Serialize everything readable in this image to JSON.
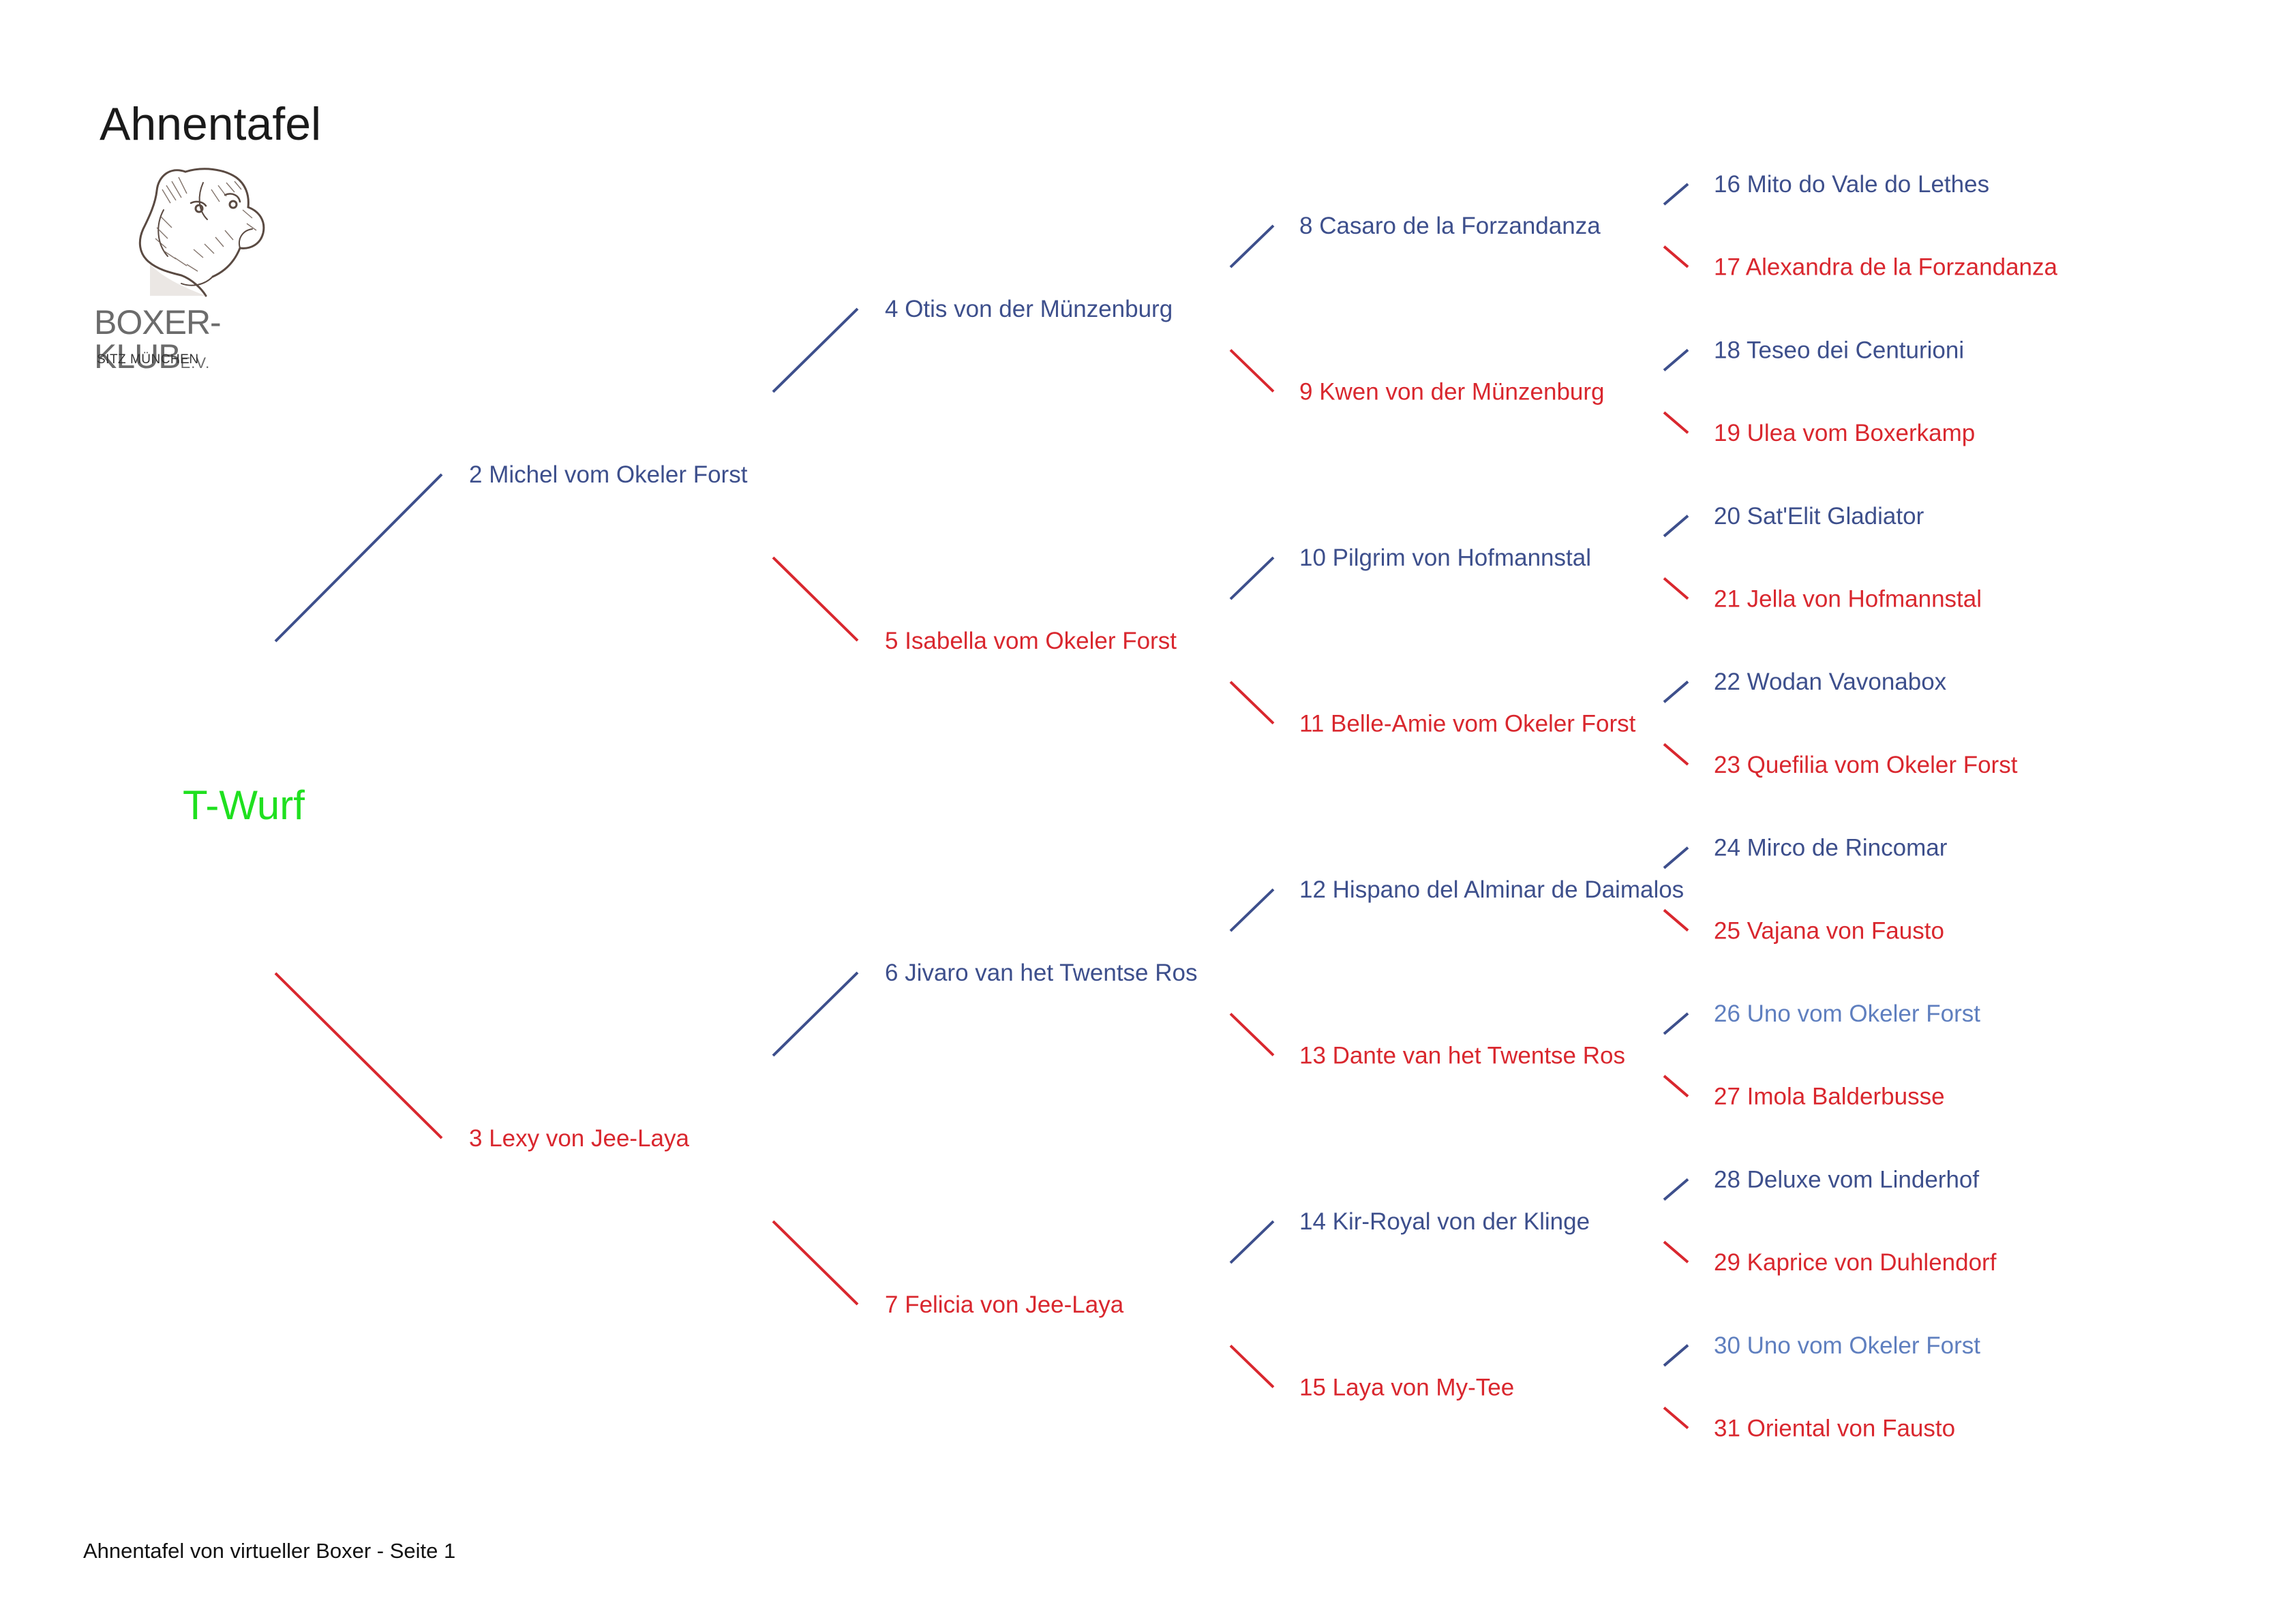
{
  "title": "Ahnentafel",
  "logo": {
    "name": "BOXER-KLUB",
    "suffix": "E.V.",
    "subtitle": "SITZ MÜNCHEN",
    "icon": "boxer-dog-head-sketch"
  },
  "litter": "T-Wurf",
  "footer": "Ahnentafel von virtueller Boxer - Seite 1",
  "colors": {
    "male": "#3d4f8c",
    "female": "#d9272e",
    "male_light": "#5f7fbf",
    "litter": "#1fe01f"
  },
  "pedigree": {
    "generation_2": [
      {
        "label": "2 Michel vom Okeler Forst",
        "sex": "male"
      },
      {
        "label": "3 Lexy von Jee-Laya",
        "sex": "female"
      }
    ],
    "generation_3": [
      {
        "label": "4 Otis von der Münzenburg",
        "sex": "male"
      },
      {
        "label": "5 Isabella vom Okeler Forst",
        "sex": "female"
      },
      {
        "label": "6 Jivaro van het Twentse Ros",
        "sex": "male"
      },
      {
        "label": "7 Felicia von Jee-Laya",
        "sex": "female"
      }
    ],
    "generation_4": [
      {
        "label": "8 Casaro de la Forzandanza",
        "sex": "male"
      },
      {
        "label": "9 Kwen von der Münzenburg",
        "sex": "female"
      },
      {
        "label": "10 Pilgrim von Hofmannstal",
        "sex": "male"
      },
      {
        "label": "11 Belle-Amie vom Okeler Forst",
        "sex": "female"
      },
      {
        "label": "12 Hispano del Alminar de Daimalos",
        "sex": "male"
      },
      {
        "label": "13 Dante van het Twentse Ros",
        "sex": "female"
      },
      {
        "label": "14 Kir-Royal von der Klinge",
        "sex": "male"
      },
      {
        "label": "15 Laya von My-Tee",
        "sex": "female"
      }
    ],
    "generation_5": [
      {
        "label": "16 Mito do Vale do Lethes",
        "sex": "male"
      },
      {
        "label": "17 Alexandra de la Forzandanza",
        "sex": "female"
      },
      {
        "label": "18 Teseo dei Centurioni",
        "sex": "male"
      },
      {
        "label": "19 Ulea vom Boxerkamp",
        "sex": "female"
      },
      {
        "label": "20 Sat'Elit Gladiator",
        "sex": "male"
      },
      {
        "label": "21 Jella von Hofmannstal",
        "sex": "female"
      },
      {
        "label": "22 Wodan Vavonabox",
        "sex": "male"
      },
      {
        "label": "23 Quefilia vom Okeler Forst",
        "sex": "female"
      },
      {
        "label": "24 Mirco de Rincomar",
        "sex": "male"
      },
      {
        "label": "25 Vajana von Fausto",
        "sex": "female"
      },
      {
        "label": "26 Uno vom Okeler Forst",
        "sex": "male_light"
      },
      {
        "label": "27 Imola Balderbusse",
        "sex": "female"
      },
      {
        "label": "28 Deluxe vom Linderhof",
        "sex": "male"
      },
      {
        "label": "29 Kaprice von Duhlendorf",
        "sex": "female"
      },
      {
        "label": "30 Uno vom Okeler Forst",
        "sex": "male_light"
      },
      {
        "label": "31 Oriental von Fausto",
        "sex": "female"
      }
    ]
  }
}
